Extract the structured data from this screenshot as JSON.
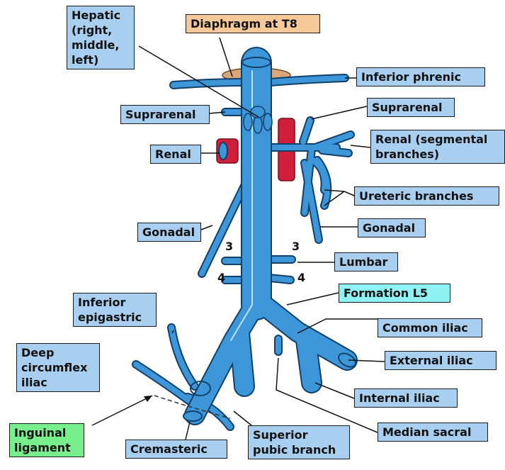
{
  "colors": {
    "vessel": "#3d96d8",
    "vessel_dark": "#11406a",
    "diaphragm": "#d9a77a",
    "kidney": "#cf1f3a",
    "label_fill": "#a9cff0",
    "label_orange": "#f6c99a",
    "label_cyan": "#8ff3f3",
    "label_green": "#78ee8c"
  },
  "labels": {
    "hepatic": "Hepatic\n(right,\nmiddle,\nleft)",
    "diaphragm": "Diaphragm at T8",
    "inferior_phrenic": "Inferior phrenic",
    "suprarenal_left": "Suprarenal",
    "suprarenal_right": "Suprarenal",
    "renal_left": "Renal",
    "renal_right": "Renal (segmental\nbranches)",
    "ureteric": "Ureteric branches",
    "gonadal_left": "Gonadal",
    "gonadal_right": "Gonadal",
    "lumbar": "Lumbar",
    "formation": "Formation L5",
    "inferior_epigastric": "Inferior\nepigastric",
    "common_iliac": "Common iliac",
    "deep_circumflex": "Deep\ncircumflex\niliac",
    "external_iliac": "External iliac",
    "internal_iliac": "Internal iliac",
    "inguinal_ligament": "Inguinal\nligament",
    "median_sacral": "Median sacral",
    "cremasteric": "Cremasteric",
    "superior_pubic": "Superior\npubic branch"
  },
  "level_numbers": {
    "left_upper": "3",
    "right_upper": "3",
    "left_lower": "4",
    "right_lower": "4"
  }
}
